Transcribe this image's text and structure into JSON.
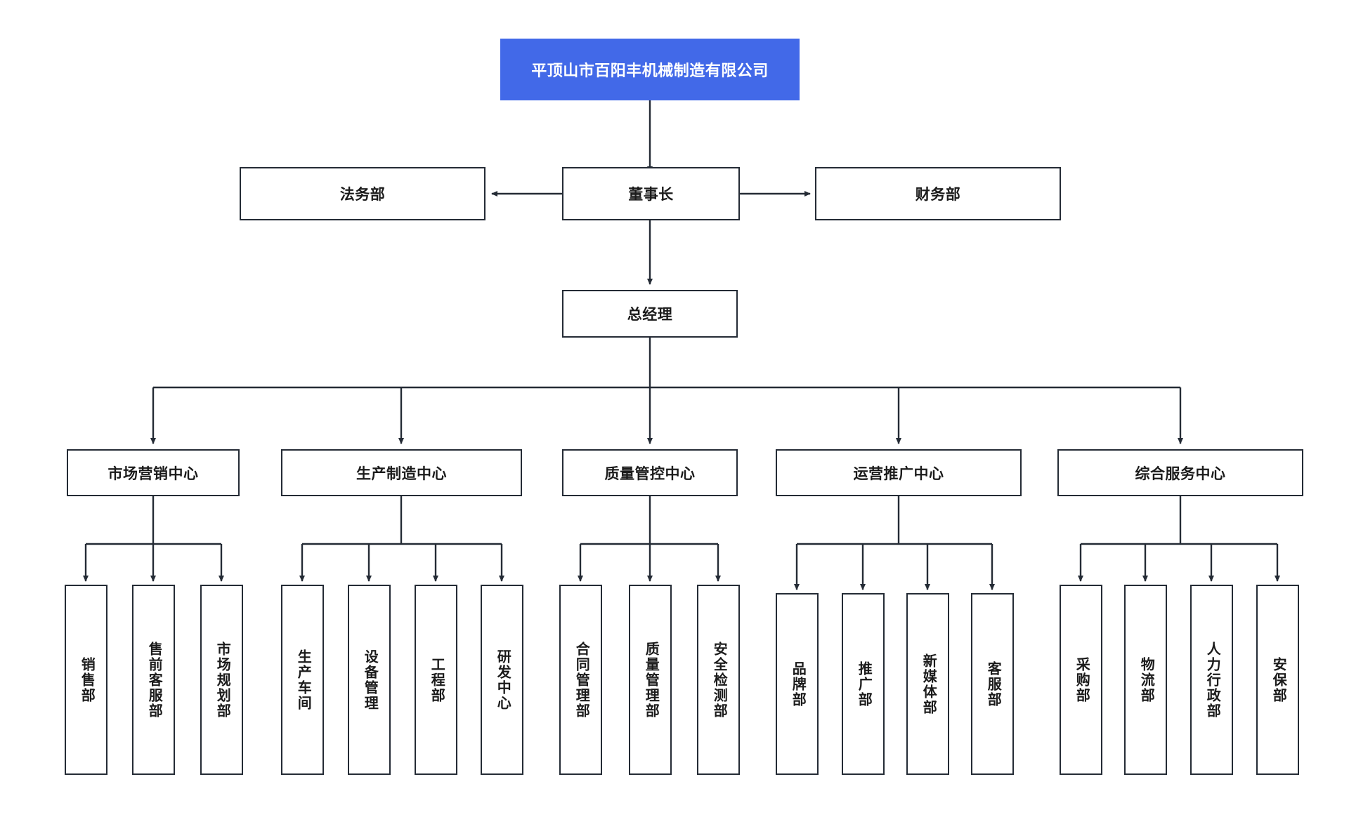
{
  "chart": {
    "type": "org-chart",
    "title": "平顶山市百阳丰机械制造有限公司",
    "accent_color": "#4269e8",
    "border_color": "#242b35",
    "background_color": "#ffffff"
  },
  "root": {
    "label": "平顶山市百阳丰机械制造有限公司"
  },
  "chairman": {
    "label": "董事长"
  },
  "staff_left": {
    "label": "法务部"
  },
  "staff_right": {
    "label": "财务部"
  },
  "general_manager": {
    "label": "总经理"
  },
  "centers": [
    {
      "label": "市场营销中心",
      "children": [
        {
          "label": "销售部"
        },
        {
          "label": "售前客服部"
        },
        {
          "label": "市场规划部"
        }
      ]
    },
    {
      "label": "生产制造中心",
      "children": [
        {
          "label": "生产车间"
        },
        {
          "label": "设备管理"
        },
        {
          "label": "工程部"
        },
        {
          "label": "研发中心"
        }
      ]
    },
    {
      "label": "质量管控中心",
      "children": [
        {
          "label": "合同管理部"
        },
        {
          "label": "质量管理部"
        },
        {
          "label": "安全检测部"
        }
      ]
    },
    {
      "label": "运营推广中心",
      "children": [
        {
          "label": "品牌部"
        },
        {
          "label": "推广部"
        },
        {
          "label": "新媒体部"
        },
        {
          "label": "客服部"
        }
      ]
    },
    {
      "label": "综合服务中心",
      "children": [
        {
          "label": "采购部"
        },
        {
          "label": "物流部"
        },
        {
          "label": "人力行政部"
        },
        {
          "label": "安保部"
        }
      ]
    }
  ]
}
